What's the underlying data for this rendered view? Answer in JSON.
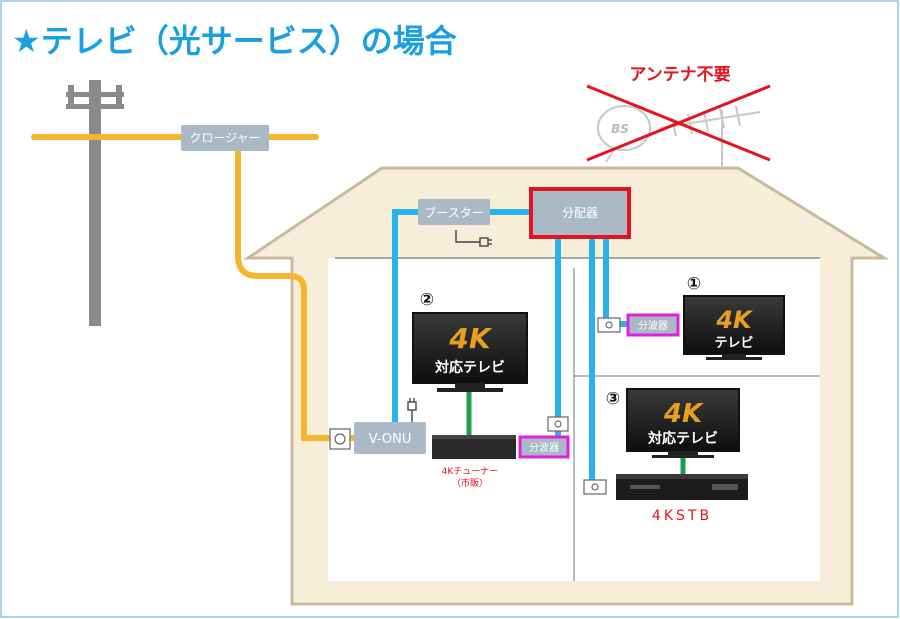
{
  "title": "★テレビ（光サービス）の場合",
  "antenna_note": "アンテナ不要",
  "antenna_bs_mark": "BS",
  "devices": {
    "closure": "クロージャー",
    "booster": "ブースター",
    "splitter": "分配器",
    "onu": "V-ONU",
    "tuner_label": "4Kチューナー",
    "tuner_note": "（市販）",
    "stb_label": "4KSTB"
  },
  "branch_filter": "分波器",
  "tvs": [
    {
      "number": "②",
      "badge": "4K",
      "caption": "対応テレビ"
    },
    {
      "number": "①",
      "badge": "4K",
      "caption": "テレビ"
    },
    {
      "number": "③",
      "badge": "4K",
      "caption": "対応テレビ"
    }
  ],
  "colors": {
    "optical_line": "#f5b530",
    "coax_line": "#29b3e8",
    "hdmi_line": "#1e9e4a",
    "device_box": "#aab9c6",
    "splitter_highlight": "#e5121f",
    "filter_border": "#e020e0",
    "title_text": "#1aa0e0",
    "house_fill": "#f6eed8",
    "house_stroke": "#c9b99e",
    "badge_text": "#e8a020"
  }
}
